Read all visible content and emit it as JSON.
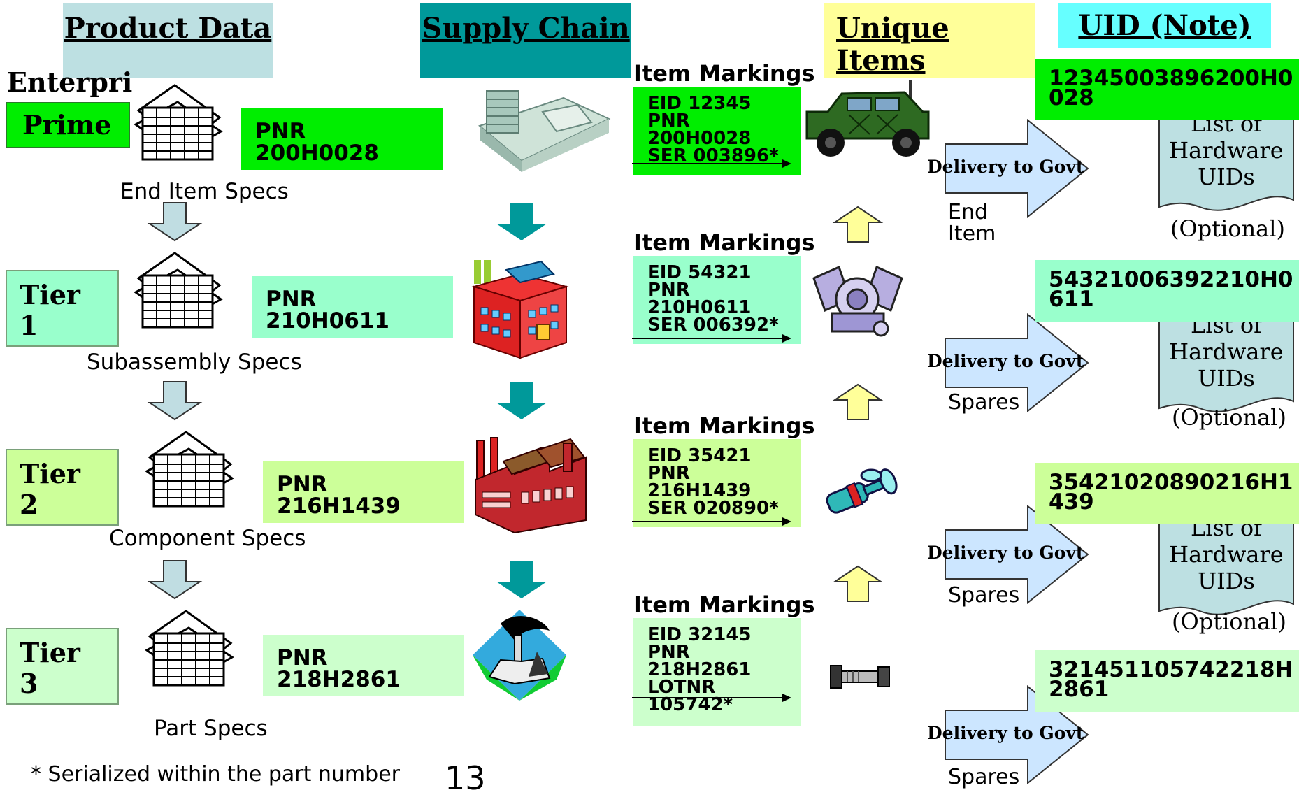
{
  "headers": {
    "product_data": "Product Data ",
    "supply_chain": "Supply Chain ",
    "unique_items": "Unique Items ",
    "uid_note": "UID (Note)"
  },
  "enterprise_label": "Enterprise",
  "prime_label": "Prime",
  "tiers": [
    "Tier 1",
    "Tier 2",
    "Tier 3"
  ],
  "specs": [
    "End Item Specs",
    "Subassembly Specs",
    "Component Specs",
    "Part Specs"
  ],
  "pnr_boxes": [
    "PNR 200H0028",
    "PNR 210H0611",
    "PNR 216H1439",
    "PNR 218H2861"
  ],
  "item_markings_label": "Item Markings",
  "markings": [
    [
      "EID 12345",
      "PNR",
      "200H0028",
      "SER 003896*"
    ],
    [
      "EID 54321",
      "PNR",
      "210H0611",
      "SER 006392*"
    ],
    [
      "EID 35421",
      "PNR",
      "216H1439",
      "SER 020890*"
    ],
    [
      "EID 32145",
      "PNR",
      "218H2861",
      "LOTNR",
      "105742*"
    ]
  ],
  "delivery_label": "Delivery to Govt",
  "delivery_sub": [
    "End Item",
    "Spares",
    "Spares",
    "Spares"
  ],
  "uids": [
    "12345003896200H0028",
    "54321006392210H0611",
    "35421020890216H1439",
    "321451105742218H2861"
  ],
  "hardware_list": "List of Hardware UIDs",
  "optional_label": "(Optional)",
  "footnote": "* Serialized within the part number",
  "page_number": "13",
  "icons": [
    "spec-sheet-icon",
    "factory-icon",
    "vehicle-icon",
    "engine-icon",
    "valve-icon",
    "bolt-icon"
  ],
  "colors": {
    "header_product": "#bde0e2",
    "header_supply": "#00999a",
    "header_unique": "#ffff99",
    "header_uid": "#66ffff",
    "tier_prime": "#00ee00",
    "tier_1": "#99ffcc",
    "tier_2": "#ccff99",
    "tier_3": "#ccffcc",
    "delivery_arrow": "#cce6ff",
    "down_arrow_light": "#c0dde2",
    "down_arrow_teal": "#00999a",
    "up_arrow": "#ffff99"
  }
}
